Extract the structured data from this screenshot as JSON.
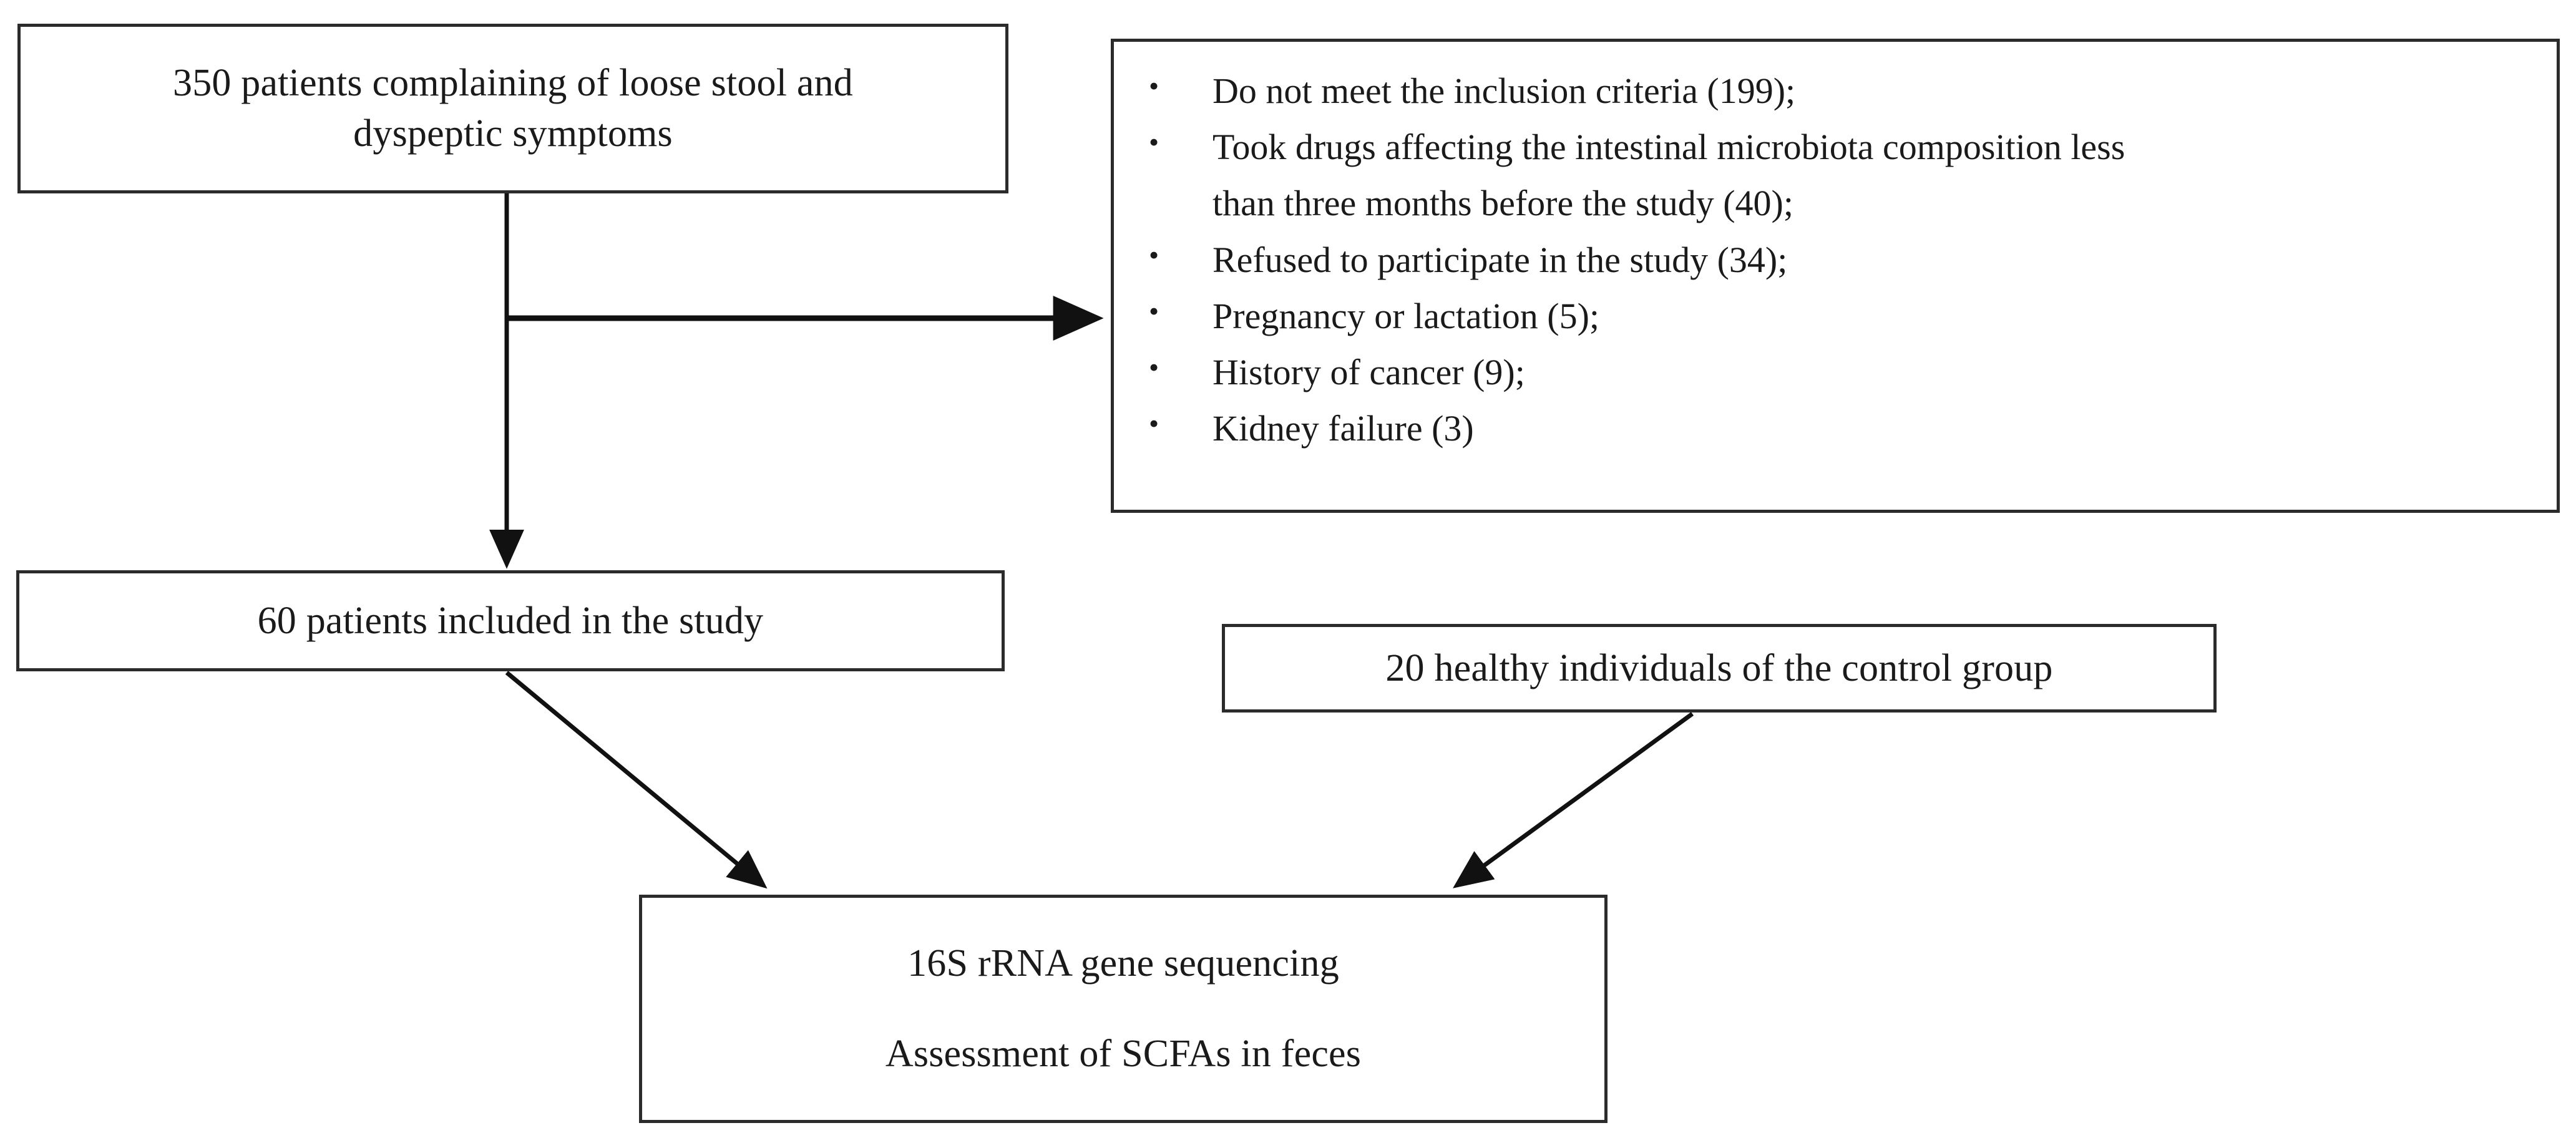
{
  "diagram": {
    "type": "study-flow-chart",
    "accent_color": "#2b2b2b",
    "background_color": "#ffffff",
    "nodes": {
      "screened": {
        "line1": "350 patients complaining of loose stool and",
        "line2": "dyspeptic symptoms"
      },
      "excluded": {
        "bullet_glyph": "•",
        "items": [
          {
            "text": "Do not meet the inclusion criteria (199);"
          },
          {
            "text": "Took drugs affecting the intestinal microbiota composition less"
          },
          {
            "text": "than three months before the study (40);",
            "continuation": true
          },
          {
            "text": "Refused to participate in the study (34);"
          },
          {
            "text": "Pregnancy or lactation (5);"
          },
          {
            "text": "History of cancer (9);"
          },
          {
            "text": "Kidney failure (3)"
          }
        ]
      },
      "included": {
        "line1": "60 patients included in the study"
      },
      "control": {
        "line1": "20 healthy individuals of the control group"
      },
      "analysis": {
        "line1": "16S rRNA gene sequencing",
        "line2": "Assessment of SCFAs in feces"
      }
    },
    "connectors": [
      {
        "name": "screened-to-excluded",
        "style": "elbow-right-arrow"
      },
      {
        "name": "screened-to-included",
        "style": "vertical-down-arrow"
      },
      {
        "name": "included-to-analysis",
        "style": "diagonal-down-right-arrow"
      },
      {
        "name": "control-to-analysis",
        "style": "diagonal-down-left-arrow"
      }
    ]
  }
}
